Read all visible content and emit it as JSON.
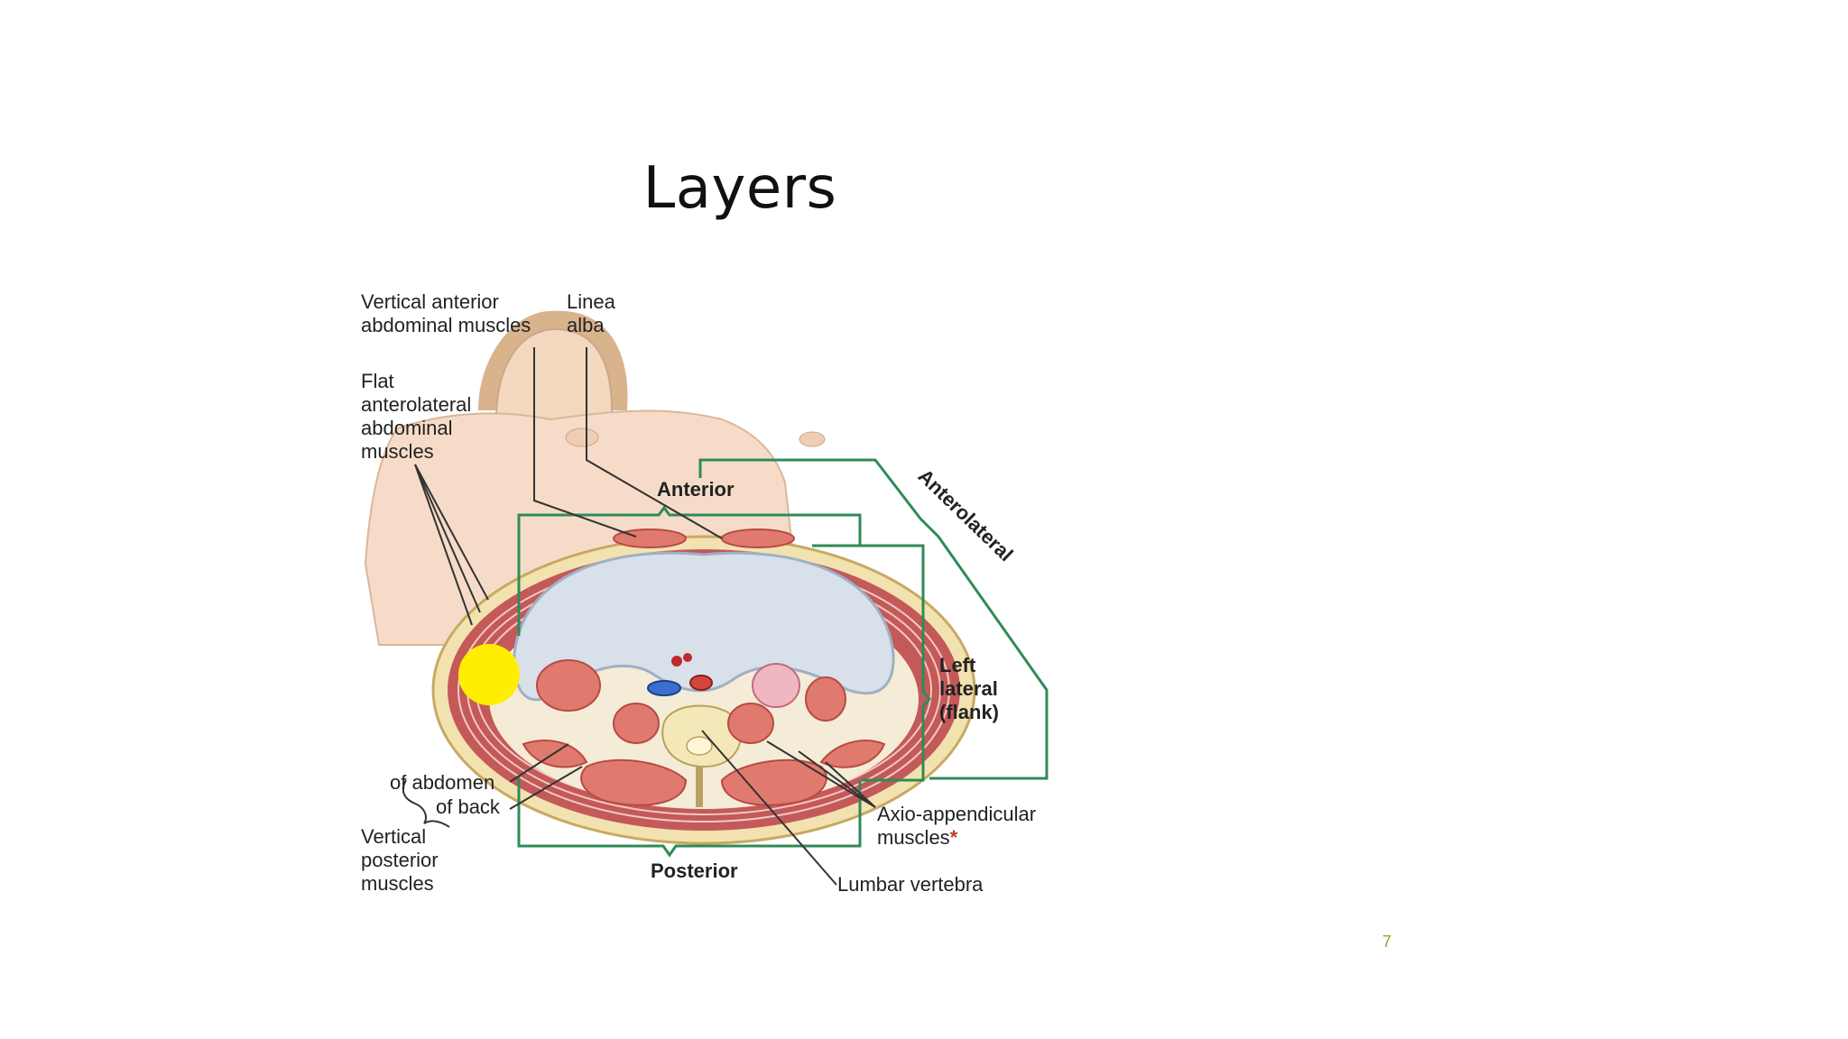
{
  "slide": {
    "title": "Layers",
    "page_number": "7"
  },
  "diagram": {
    "labels": {
      "vertical_anterior": "Vertical anterior\nabdominal muscles",
      "linea_alba": "Linea\nalba",
      "flat_anterolateral": "Flat\nanterolateral\nabdominal\nmuscles",
      "anterior": "Anterior",
      "anterolateral": "Anterolateral",
      "left_lateral": "Left\nlateral\n(flank)",
      "of_abdomen": "of abdomen",
      "of_back": "of back",
      "vertical_posterior": "Vertical\nposterior\nmuscles",
      "posterior": "Posterior",
      "axio_appendicular": "Axio-appendicular\nmuscles",
      "asterisk": "*",
      "lumbar_vertebra": "Lumbar vertebra"
    },
    "colors": {
      "bracket_green": "#2e8b57",
      "muscle_red": "#d9534f",
      "skin": "#f5dcc6",
      "peritoneal_blue": "#d6dde8",
      "highlight_yellow": "#ffee00"
    }
  }
}
